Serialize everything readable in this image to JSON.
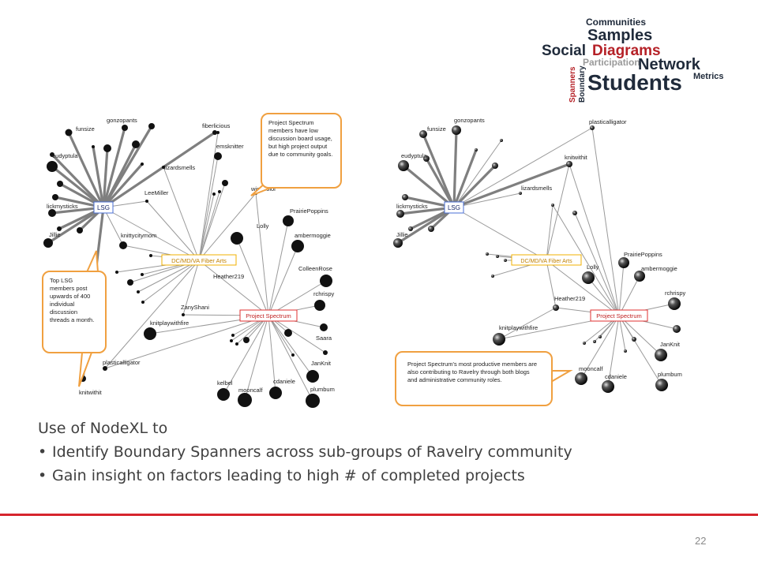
{
  "wordcloud": {
    "words": [
      "Communities",
      "Samples",
      "Social",
      "Diagrams",
      "Participation",
      "Network",
      "Metrics",
      "Spanners",
      "Boundary",
      "Students"
    ],
    "colors": {
      "dark": "#1f2a3a",
      "red": "#b52127",
      "gray": "#9a9a9a"
    }
  },
  "diagram_left": {
    "hub_labels": {
      "lsg": "LSG",
      "fiber": "DC/MD/VA Fiber Arts",
      "project": "Project Spectrum"
    },
    "node_labels": [
      "funsize",
      "gonzopants",
      "fiberlicious",
      "emsknitter",
      "eudyptula",
      "lizardsmells",
      "LeeMiller",
      "wingcolor",
      "lickmysticks",
      "PrairiePoppins",
      "Jillie",
      "Lolly",
      "knittycitymom",
      "ambermoggie",
      "ColleenRose",
      "Heather219",
      "rchrispy",
      "ZanyShani",
      "knitplaywithfire",
      "Saara",
      "plasticalligator",
      "JanKnit",
      "kelbel",
      "mooncalf",
      "cdaniele",
      "plumbum",
      "knitwithit"
    ],
    "callout_top": "Project Spectrum members have low discussion board usage, but high project output due to community goals.",
    "callout_bottom": "Top LSG members post upwards of 400 individual discussion threads a month."
  },
  "diagram_right": {
    "hub_labels": {
      "lsg": "LSG",
      "fiber": "DC/MD/VA Fiber Arts",
      "project": "Project Spectrum"
    },
    "node_labels": [
      "funsize",
      "gonzopants",
      "plasticalligator",
      "eudyptula",
      "knitwithit",
      "lizardsmells",
      "lickmysticks",
      "Jillie",
      "PrairiePoppins",
      "ambermoggie",
      "Lolly",
      "Heather219",
      "rchrispy",
      "knitplaywithfire",
      "JanKnit",
      "mooncalf",
      "cdaniele",
      "plumbum"
    ],
    "callout": "Project Spectrum's most productive members are also contributing to Ravelry through both blogs and administrative community roles."
  },
  "caption": {
    "heading": "Use of NodeXL to",
    "bullets": [
      "Identify Boundary Spanners across sub-groups of Ravelry community",
      "Gain insight on factors leading to high # of completed projects"
    ]
  },
  "footer": {
    "page_number": "22",
    "rule_color": "#d6252d"
  }
}
